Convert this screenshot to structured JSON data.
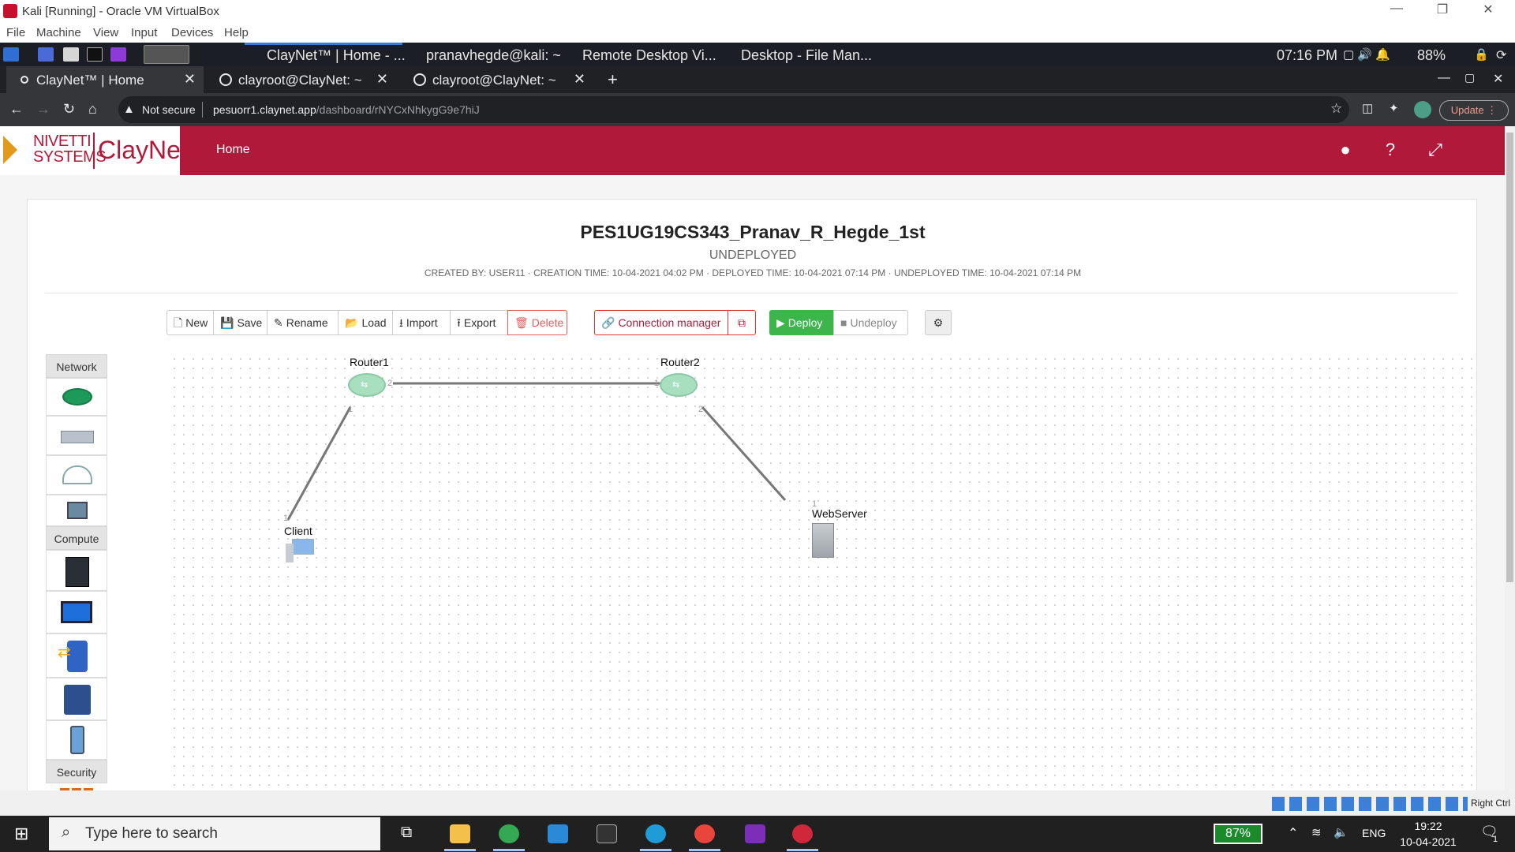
{
  "vbox": {
    "title": "Kali [Running] - Oracle VM VirtualBox",
    "menu": [
      "File",
      "Machine",
      "View",
      "Input",
      "Devices",
      "Help"
    ],
    "right_ctrl": "Right Ctrl"
  },
  "kali_panel": {
    "tasks": [
      "ClayNet™ | Home - ...",
      "pranavhegde@kali: ~",
      "Remote Desktop Vi...",
      "Desktop - File Man..."
    ],
    "time": "07:16 PM",
    "battery": "88%"
  },
  "browser": {
    "tabs": [
      {
        "label": "ClayNet™ | Home"
      },
      {
        "label": "clayroot@ClayNet: ~"
      },
      {
        "label": "clayroot@ClayNet: ~"
      }
    ],
    "not_secure": "Not secure",
    "url_domain": "pesuorr1.claynet.app",
    "url_path": "/dashboard/rNYCxNhkygG9e7hiJ",
    "update_label": "Update"
  },
  "app": {
    "logo_top": "NIVETTI",
    "logo_bottom": "SYSTEMS",
    "logo_brand": "ClayNet",
    "home": "Home"
  },
  "project": {
    "title": "PES1UG19CS343_Pranav_R_Hegde_1st",
    "status": "UNDEPLOYED",
    "meta": "CREATED BY: USER11 · CREATION TIME: 10-04-2021 04:02 PM · DEPLOYED TIME: 10-04-2021 07:14 PM · UNDEPLOYED TIME: 10-04-2021 07:14 PM"
  },
  "toolbar": {
    "new": "New",
    "save": "Save",
    "rename": "Rename",
    "load": "Load",
    "import": "Import",
    "export": "Export",
    "delete": "Delete",
    "connection_manager": "Connection manager",
    "deploy": "Deploy",
    "undeploy": "Undeploy"
  },
  "palette": {
    "network": "Network",
    "compute": "Compute",
    "security": "Security"
  },
  "topology": {
    "nodes": [
      {
        "name": "Router1"
      },
      {
        "name": "Router2"
      },
      {
        "name": "Client"
      },
      {
        "name": "WebServer"
      }
    ],
    "ports": {
      "r1_right": "2",
      "r1_down": "1",
      "r2_left": "1",
      "r2_down": "2",
      "client": "1",
      "web": "1"
    }
  },
  "taskbar": {
    "search_placeholder": "Type here to search",
    "battery": "87%",
    "lang": "ENG",
    "time": "19:22",
    "date": "10-04-2021",
    "notif_count": "1"
  },
  "colors": {
    "brand": "#b0193a",
    "deploy_green": "#3cb54a",
    "delete_red": "#e65c5c"
  }
}
